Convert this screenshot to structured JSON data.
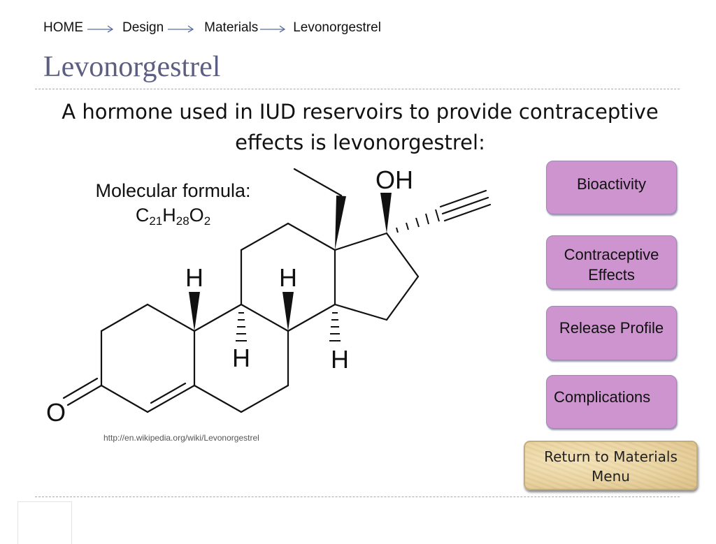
{
  "breadcrumb": {
    "items": [
      "HOME",
      "Design",
      "Materials",
      "Levonorgestrel"
    ]
  },
  "page_title": "Levonorgestrel",
  "intro_text": "A hormone used in IUD reservoirs to provide contraceptive effects is levonorgestrel:",
  "formula": {
    "label": "Molecular formula:",
    "c": "C",
    "c_count": "21",
    "h": "H",
    "h_count": "28",
    "o": "O",
    "o_count": "2"
  },
  "molecule_labels": {
    "hydroxyl": "OH",
    "h_left_top": "H",
    "h_mid_top": "H",
    "h_mid_bottom": "H",
    "h_right_bottom": "H",
    "ketone_o": "O"
  },
  "source_url": "http://en.wikipedia.org/wiki/Levonorgestrel",
  "nav": {
    "bioactivity": "Bioactivity",
    "contraceptive_1": "Contraceptive",
    "contraceptive_2": "Effects",
    "release_profile": "Release Profile",
    "complications": "Complications",
    "return_1": "Return to Materials",
    "return_2": "Menu"
  },
  "colors": {
    "title": "#5d5f82",
    "nav_button": "#cd94cf",
    "rule": "#8fb3b3",
    "return_button": "#e8d2a0"
  }
}
